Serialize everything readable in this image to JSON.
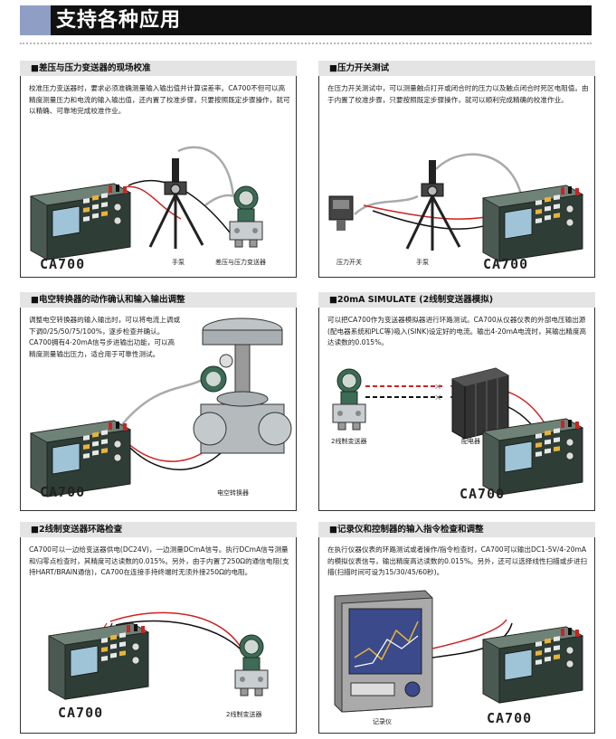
{
  "page": {
    "title": "支持各种应用"
  },
  "panels": {
    "p1": {
      "heading": "■差压与压力变送器的现场校准",
      "desc": "校准压力变送器时，要求必须准确测量输入输出值并计算误差率。CA700不但可以高精度测量压力和电流的输入输出值，还内置了校准步骤，只要按照既定步骤操作，就可以精确、可靠地完成校准作业。",
      "labels": {
        "device": "CA700",
        "pump": "手泵",
        "transmitter": "差压与压力变送器"
      }
    },
    "p2": {
      "heading": "■压力开关测试",
      "desc": "在压力开关测试中，可以测量触点打开或闭合时的压力以及触点闭合时死区电阻值。由于内置了校准步骤，只要按照既定步骤操作，就可以顺利完成精确的校准作业。",
      "labels": {
        "switch": "压力开关",
        "pump": "手泵",
        "device": "CA700"
      }
    },
    "p3": {
      "heading": "■电空转换器的动作确认和输入输出调整",
      "desc": "调整电空转换器的输入输出时，可以将电流上调或下调0/25/50/75/100%，逐步检查并确认。CA700拥有4-20mA信号步进输出功能，可以高精度测量输出压力，适合用于可靠性测试。",
      "labels": {
        "device": "CA700",
        "converter": "电空转换器"
      }
    },
    "p4": {
      "heading": "■20mA SIMULATE (2线制变送器模拟)",
      "desc": "可以把CA700作为变送器模拟器进行环路测试。CA700从仪器仪表的外部电压输出源(配电器系统和PLC等)吸入(SINK)设定好的电流。输出4-20mA电流时，其输出精度高达读数的0.015%。",
      "labels": {
        "transmitter": "2线制变送器",
        "distributor": "配电器",
        "device": "CA700"
      }
    },
    "p5": {
      "heading": "■2线制变送器环路检查",
      "desc": "CA700可以一边给变送器供电(DC24V)，一边测量DCmA信号。执行DCmA信号测量和归零点检查时，其精度可达读数的0.015%。另外，由于内置了250Ω的通信电阻(支持HART/BRAIN通信)，CA700在连接手持终端时无须外接250Ω的电阻。",
      "labels": {
        "device": "CA700",
        "transmitter": "2线制变送器"
      }
    },
    "p6": {
      "heading": "■记录仪和控制器的输入指令检查和调整",
      "desc": "在执行仪器仪表的环路测试或者操作/指令检查时，CA700可以输出DC1-5V/4-20mA的模拟仪表信号，输出精度高达读数的0.015%。另外，还可以选择线性扫描或步进扫描(扫描时间可设为15/30/45/60秒)。",
      "labels": {
        "recorder": "记录仪",
        "device": "CA700"
      }
    }
  },
  "colors": {
    "accent": "#8f9ec4",
    "title_bg": "#111111",
    "head_bg": "#e4e4e4",
    "lead_red": "#cc2222",
    "device_green": "#3d6b55"
  }
}
